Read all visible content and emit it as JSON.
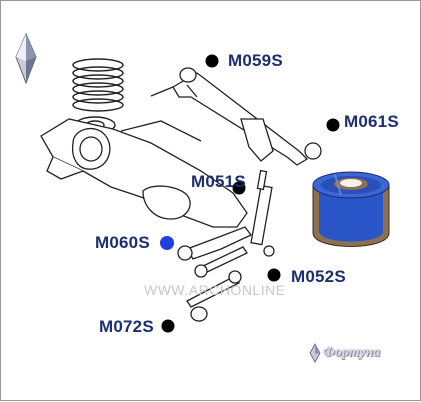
{
  "diagram": {
    "labels": {
      "m059s": "M059S",
      "m061s": "M061S",
      "m051s": "M051S",
      "m060s": "M060S",
      "m052s": "M052S",
      "m072s": "M072S"
    },
    "watermark": "WWW.ARCHONLINE",
    "brand": "Фортуна"
  },
  "colors": {
    "label_text": "#1d2f6e",
    "marker_black": "#000000",
    "marker_highlight": "#1f3fe0",
    "bushing_rubber": "#2a55c9",
    "bushing_shell": "#8a7250"
  },
  "icons": {
    "logo": "diamond-logo-icon",
    "brand_logo": "diamond-logo-icon"
  }
}
